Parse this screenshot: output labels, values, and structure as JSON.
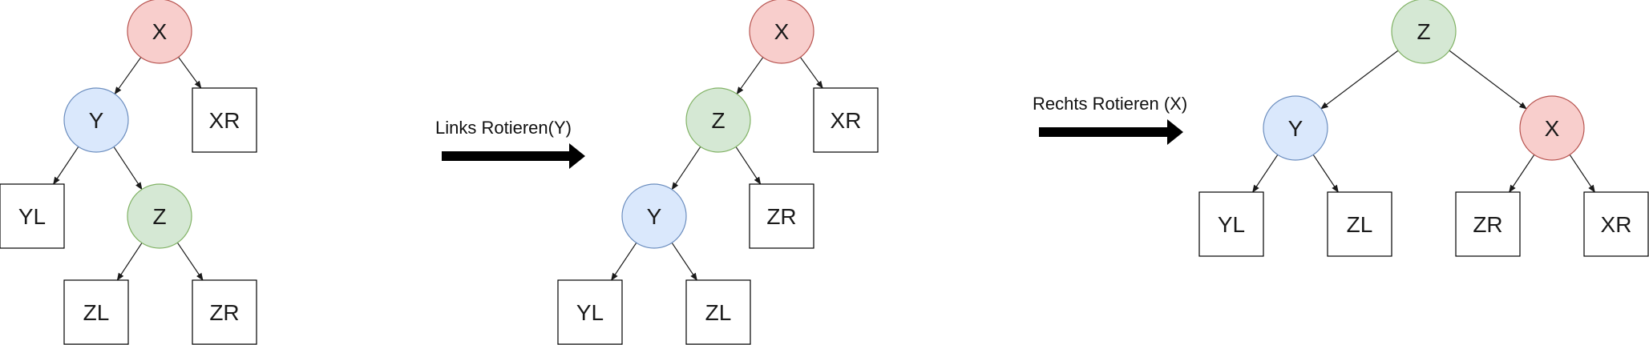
{
  "colors": {
    "red_fill": "#f8cecc",
    "red_stroke": "#b85450",
    "blue_fill": "#dae8fc",
    "blue_stroke": "#6c8ebf",
    "green_fill": "#d5e8d4",
    "green_stroke": "#82b366",
    "leaf_fill": "#ffffff",
    "leaf_stroke": "#000000",
    "arrow": "#000000"
  },
  "trees": [
    {
      "name": "before",
      "nodes": [
        {
          "id": "X",
          "label": "X",
          "shape": "circle",
          "color": "red"
        },
        {
          "id": "Y",
          "label": "Y",
          "shape": "circle",
          "color": "blue"
        },
        {
          "id": "XR",
          "label": "XR",
          "shape": "square"
        },
        {
          "id": "YL",
          "label": "YL",
          "shape": "square"
        },
        {
          "id": "Z",
          "label": "Z",
          "shape": "circle",
          "color": "green"
        },
        {
          "id": "ZL",
          "label": "ZL",
          "shape": "square"
        },
        {
          "id": "ZR",
          "label": "ZR",
          "shape": "square"
        }
      ],
      "edges": [
        [
          "X",
          "Y"
        ],
        [
          "X",
          "XR"
        ],
        [
          "Y",
          "YL"
        ],
        [
          "Y",
          "Z"
        ],
        [
          "Z",
          "ZL"
        ],
        [
          "Z",
          "ZR"
        ]
      ]
    },
    {
      "name": "after-left-rotation",
      "nodes": [
        {
          "id": "X",
          "label": "X",
          "shape": "circle",
          "color": "red"
        },
        {
          "id": "Z",
          "label": "Z",
          "shape": "circle",
          "color": "green"
        },
        {
          "id": "XR",
          "label": "XR",
          "shape": "square"
        },
        {
          "id": "Y",
          "label": "Y",
          "shape": "circle",
          "color": "blue"
        },
        {
          "id": "ZR",
          "label": "ZR",
          "shape": "square"
        },
        {
          "id": "YL",
          "label": "YL",
          "shape": "square"
        },
        {
          "id": "ZL",
          "label": "ZL",
          "shape": "square"
        }
      ],
      "edges": [
        [
          "X",
          "Z"
        ],
        [
          "X",
          "XR"
        ],
        [
          "Z",
          "Y"
        ],
        [
          "Z",
          "ZR"
        ],
        [
          "Y",
          "YL"
        ],
        [
          "Y",
          "ZL"
        ]
      ]
    },
    {
      "name": "after-right-rotation",
      "nodes": [
        {
          "id": "Z",
          "label": "Z",
          "shape": "circle",
          "color": "green"
        },
        {
          "id": "Y",
          "label": "Y",
          "shape": "circle",
          "color": "blue"
        },
        {
          "id": "X",
          "label": "X",
          "shape": "circle",
          "color": "red"
        },
        {
          "id": "YL",
          "label": "YL",
          "shape": "square"
        },
        {
          "id": "ZL",
          "label": "ZL",
          "shape": "square"
        },
        {
          "id": "ZR",
          "label": "ZR",
          "shape": "square"
        },
        {
          "id": "XR",
          "label": "XR",
          "shape": "square"
        }
      ],
      "edges": [
        [
          "Z",
          "Y"
        ],
        [
          "Z",
          "X"
        ],
        [
          "Y",
          "YL"
        ],
        [
          "Y",
          "ZL"
        ],
        [
          "X",
          "ZR"
        ],
        [
          "X",
          "XR"
        ]
      ]
    }
  ],
  "operations": [
    {
      "label": "Links Rotieren(Y)"
    },
    {
      "label": "Rechts Rotieren (X)"
    }
  ]
}
